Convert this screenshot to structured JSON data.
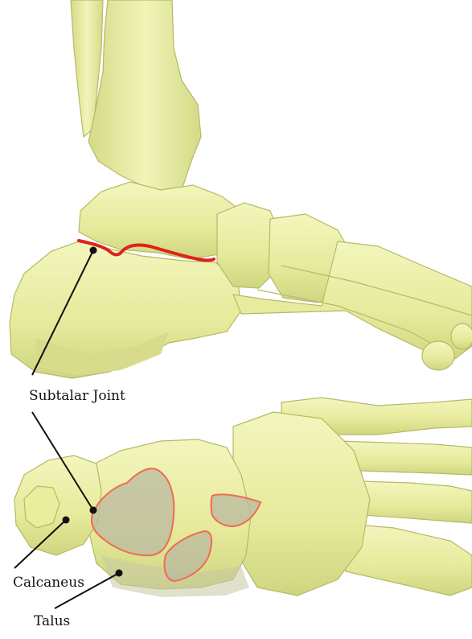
{
  "labels": {
    "subtalar_joint": "Subtalar Joint",
    "calcaneus": "Calcaneus",
    "talus": "Talus"
  },
  "colors": {
    "bone": "#ecf0a4",
    "bone_shade": "#c9cf7a",
    "bone_dark": "#a8ae5c",
    "joint_line": "#e0221b",
    "facet_fill": "#b9b9a0",
    "facet_outline": "#f06a55",
    "leader_line": "#111111"
  }
}
